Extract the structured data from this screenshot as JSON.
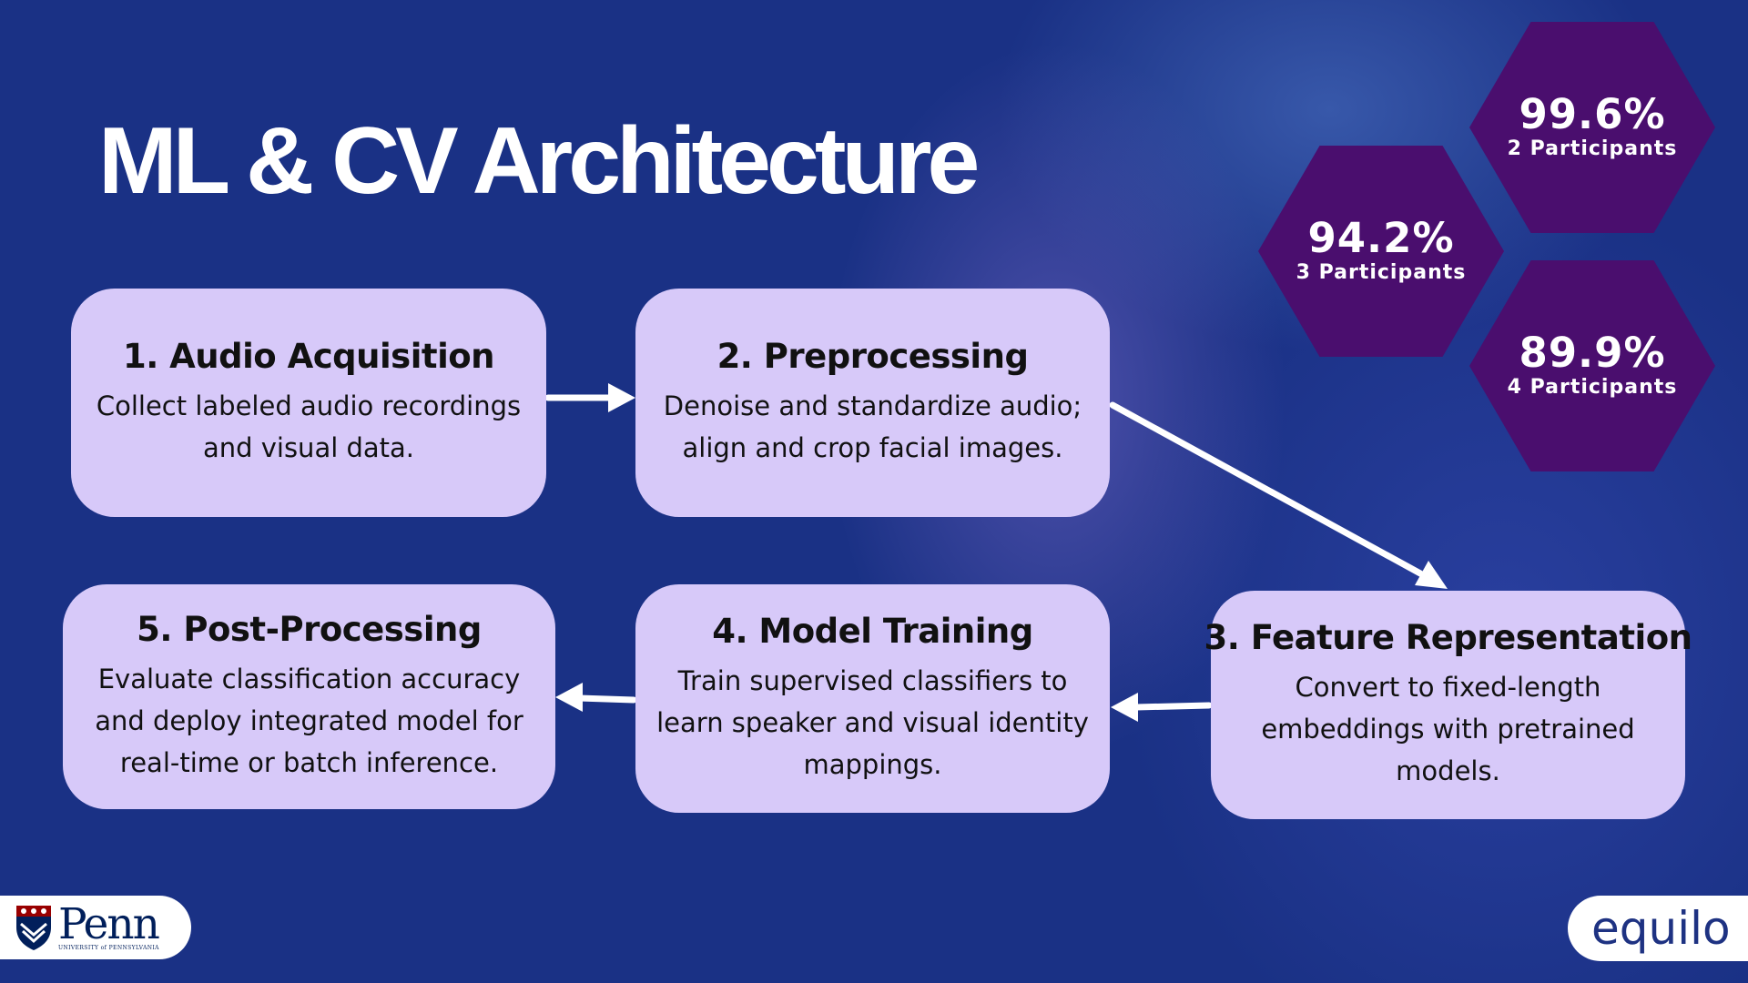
{
  "title": "ML & CV Architecture",
  "steps": [
    {
      "title": "1. Audio Acquisition",
      "text": "Collect labeled audio recordings and visual data."
    },
    {
      "title": "2. Preprocessing",
      "text": "Denoise and standardize audio; align and crop facial images."
    },
    {
      "title": "3. Feature Representation",
      "text": "Convert to fixed-length embeddings with pretrained models."
    },
    {
      "title": "4. Model Training",
      "text": "Train supervised classifiers to learn speaker and visual identity mappings."
    },
    {
      "title": "5. Post-Processing",
      "text": "Evaluate classification accuracy and deploy integrated model for real-time or batch inference."
    }
  ],
  "stats": [
    {
      "value": "99.6%",
      "label": "2 Participants"
    },
    {
      "value": "94.2%",
      "label": "3 Participants"
    },
    {
      "value": "89.9%",
      "label": "4 Participants"
    }
  ],
  "logos": {
    "penn": {
      "word": "Penn",
      "subtitle": "UNIVERSITY of PENNSYLVANIA"
    },
    "equilo": {
      "word": "equilo"
    }
  },
  "colors": {
    "background": "#1a3185",
    "card": "#d7c9f9",
    "hexagon": "#4a0e6e",
    "arrow": "#ffffff"
  }
}
